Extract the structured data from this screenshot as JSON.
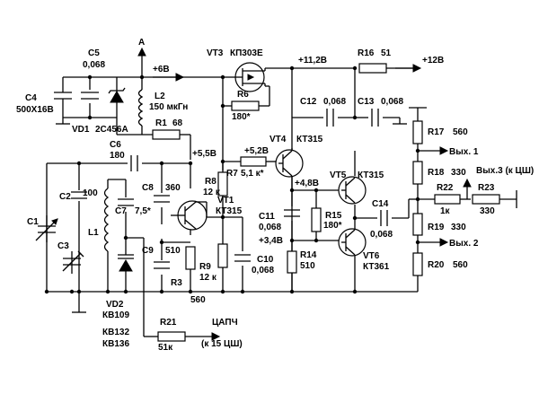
{
  "supply": {
    "A": "A",
    "v6": "+6В",
    "v11": "+11,2В",
    "v12": "+12В"
  },
  "nodes": {
    "v55": "+5,5В",
    "v52": "+5,2В",
    "v48": "+4,8В",
    "v34": "+3,4В"
  },
  "outputs": {
    "out1": "Вых. 1",
    "out2": "Вых. 2",
    "out3": "Вых.3 (к ЦШ)",
    "apch": "ЦАПЧ",
    "apch_sub": "(к 15 ЦШ)"
  },
  "parts": {
    "C4": "C4",
    "C4_v": "500X16В",
    "C5": "C5",
    "C5_v": "0,068",
    "VD1": "VD1",
    "VD1_v": "2C456A",
    "L2": "L2",
    "L2_v": "150 мкГн",
    "R1": "R1",
    "R1_v": "68",
    "VT3": "VT3",
    "VT3_v": "КП303Е",
    "R6": "R6",
    "R6_v": "180*",
    "R16": "R16",
    "R16_v": "51",
    "C12": "C12",
    "C12_v": "0,068",
    "C13": "C13",
    "C13_v": "0,068",
    "R17": "R17",
    "R17_v": "560",
    "R18": "R18",
    "R18_v": "330",
    "R19": "R19",
    "R19_v": "330",
    "R20": "R20",
    "R20_v": "560",
    "R22": "R22",
    "R22_v": "1к",
    "R23": "R23",
    "R23_v": "330",
    "C6": "C6",
    "C6_v": "180",
    "R7": "R7",
    "R7_v": "5,1 к*",
    "VT4": "VT4",
    "VT4_v": "КТ315",
    "VT5": "VT5",
    "VT5_v": "КТ315",
    "VT6": "VT6",
    "VT6_v": "КТ361",
    "VT1": "VT1",
    "VT1_v": "КТ315",
    "C14": "C14",
    "C14_v": "0,068",
    "C1": "C1",
    "C2": "C2",
    "C2_v": "100",
    "C3": "C3",
    "L1": "L1",
    "C7": "C7",
    "C7_v": "7,5*",
    "C8": "C8",
    "C8_v": "360",
    "C9": "C9",
    "C9_v": "510",
    "R8": "R8",
    "R8_v": "12 к",
    "R9": "R9",
    "R9_v": "12 к",
    "R3": "R3",
    "R3_v": "560",
    "C10": "C10",
    "C10_v": "0,068",
    "C11": "C11",
    "C11_v": "0,068",
    "R15": "R15",
    "R15_v": "180*",
    "R14": "R14",
    "R14_v": "510",
    "VD2": "VD2",
    "VD2_v": "КВ109",
    "VD2_alt1": "КВ132",
    "VD2_alt2": "КВ136",
    "R21": "R21",
    "R21_v": "51к"
  }
}
